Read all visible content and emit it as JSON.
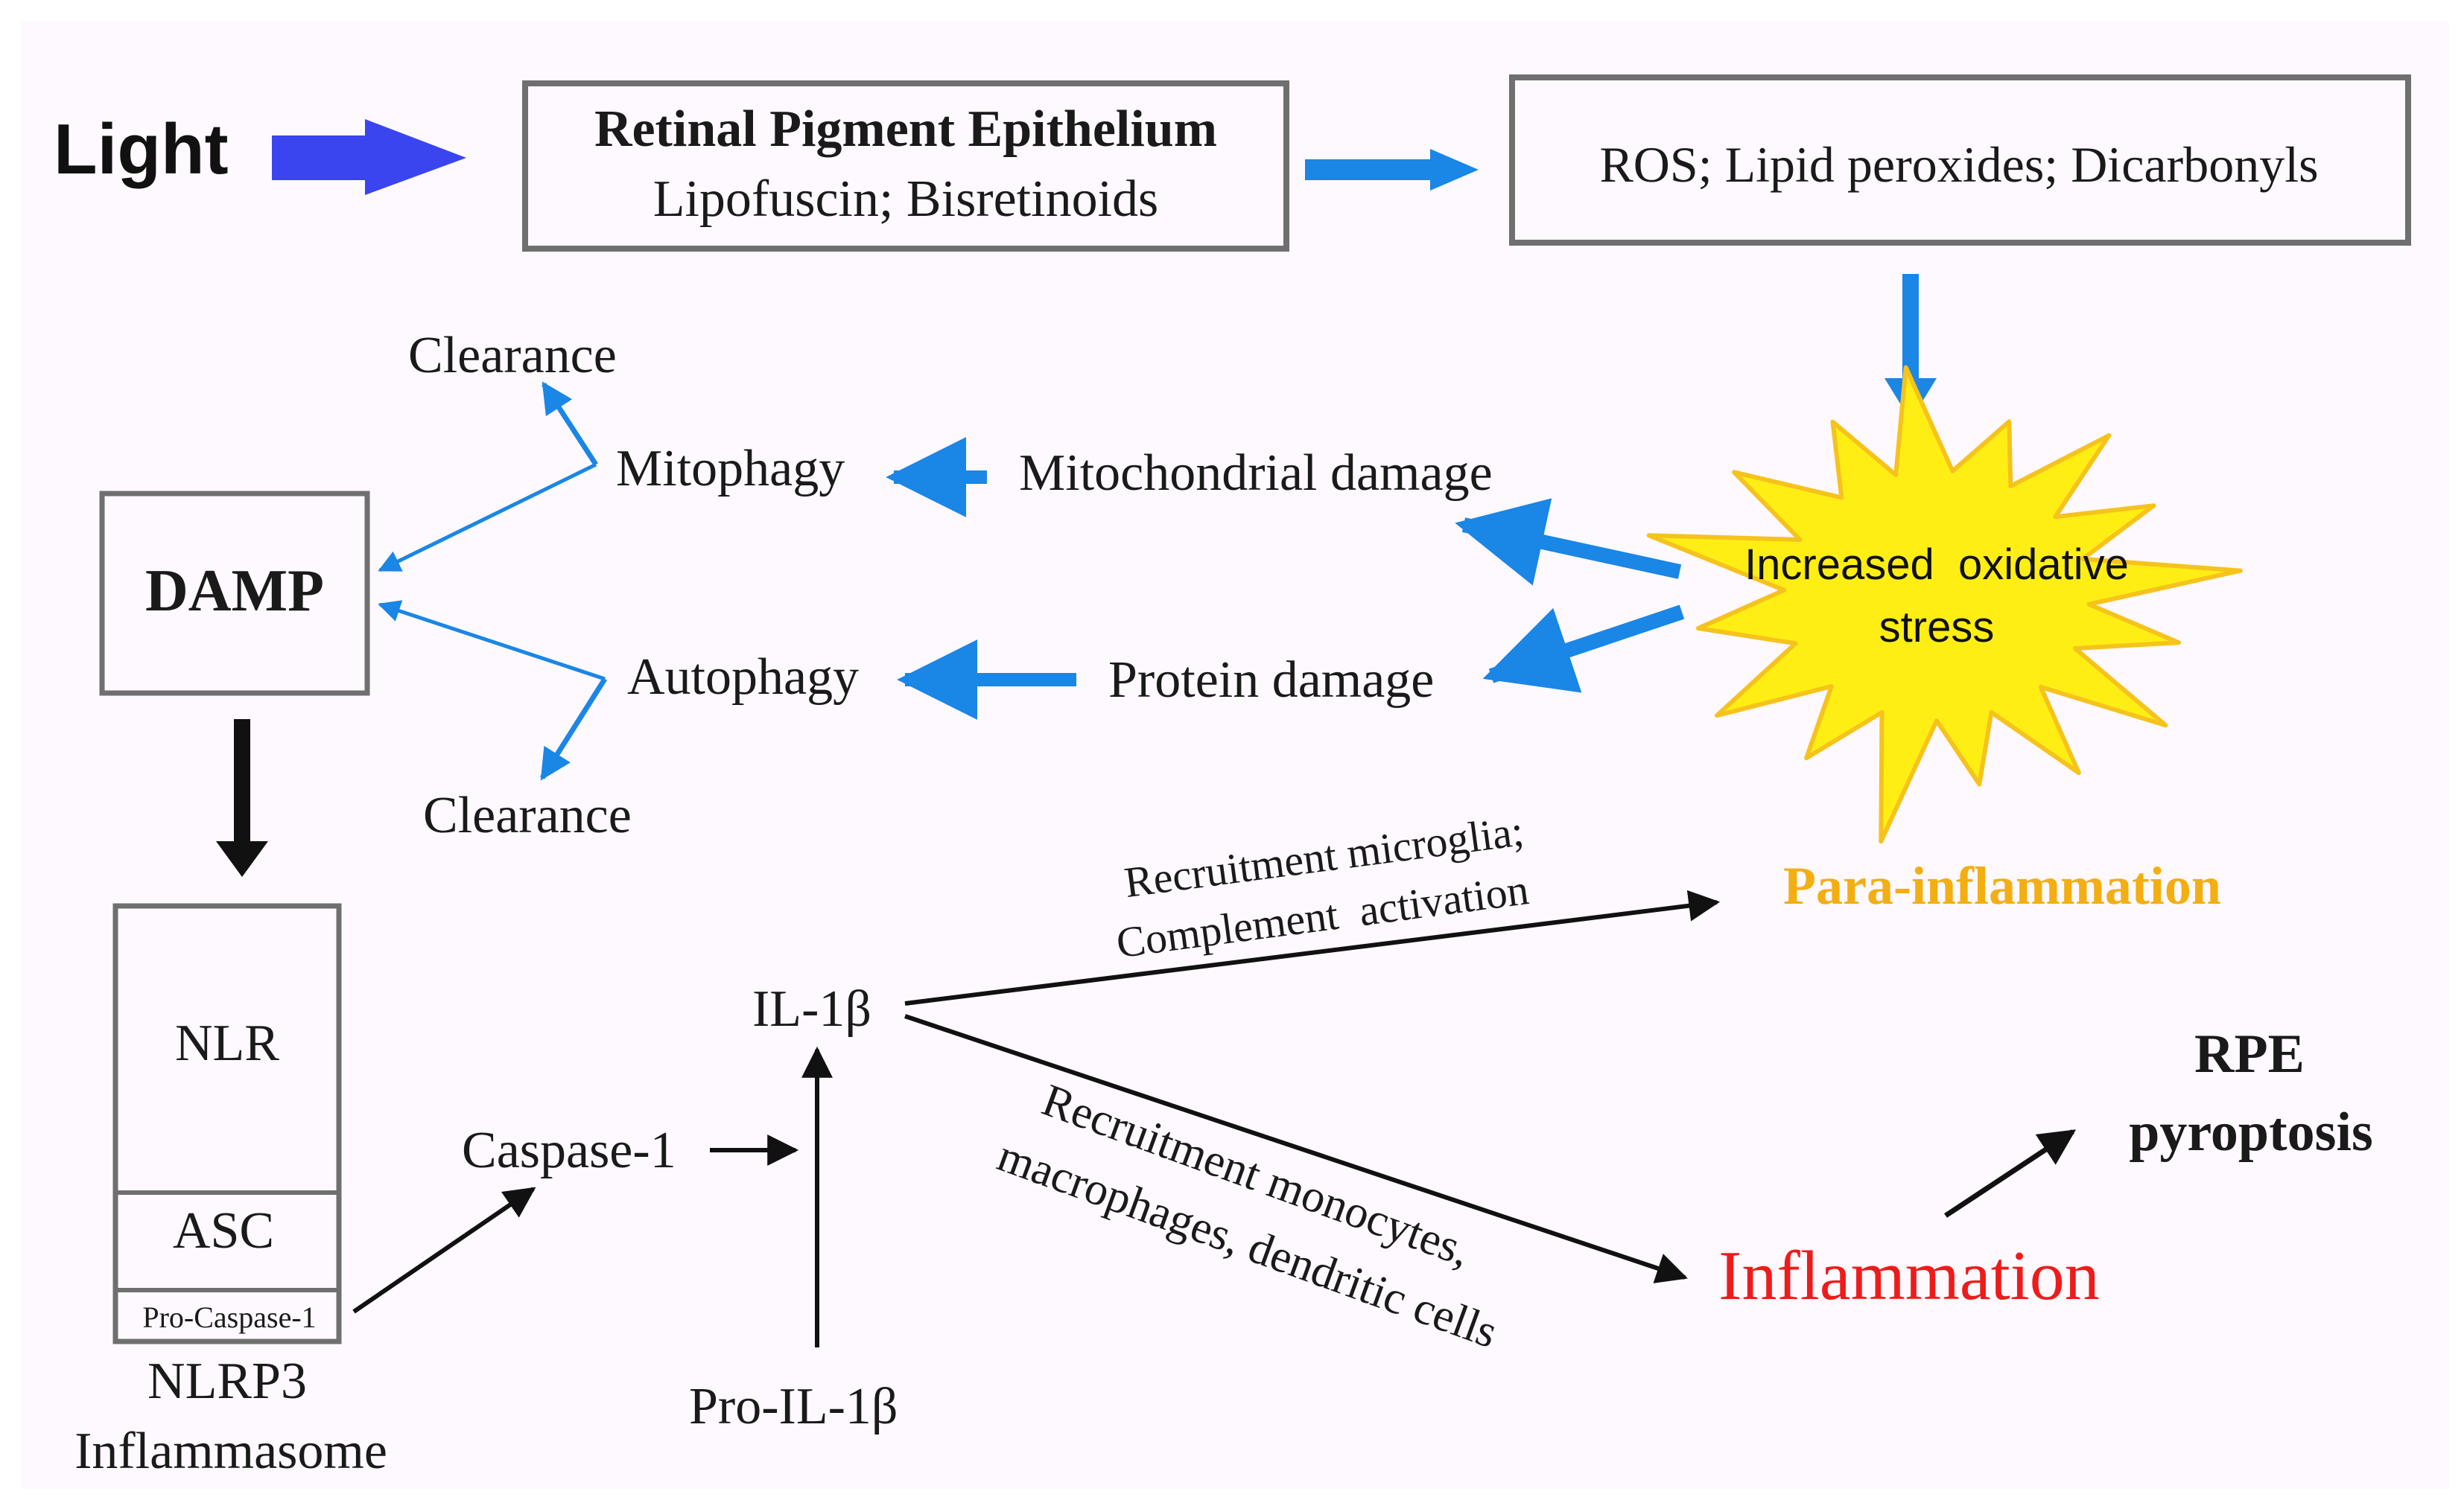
{
  "colors": {
    "background": "#fdf9fe",
    "box_border": "#6f6f6f",
    "light_arrow": "#3a45f0",
    "blue_arrow": "#1a86e6",
    "black": "#111111",
    "sun_fill": "#ffee14",
    "sun_stroke": "#f5c31c",
    "para_inflammation": "#f3ae12",
    "inflammation": "#ee1b1b"
  },
  "light": {
    "label": "Light"
  },
  "rpe_box": {
    "title": "Retinal Pigment Epithelium",
    "subtitle": "Lipofuscin; Bisretinoids"
  },
  "ros_box": {
    "label": "ROS; Lipid peroxides; Dicarbonyls"
  },
  "stress": {
    "line1": "Increased  oxidative",
    "line2": "stress",
    "icon": "sun-burst-icon"
  },
  "damage": {
    "mitochondrial": "Mitochondrial damage",
    "protein": "Protein damage"
  },
  "pathways": {
    "mitophagy": "Mitophagy",
    "autophagy": "Autophagy",
    "clearance_top": "Clearance",
    "clearance_bottom": "Clearance"
  },
  "damp": {
    "label": "DAMP"
  },
  "inflammasome": {
    "nlr": "NLR",
    "asc": "ASC",
    "pro_caspase": "Pro-Caspase-1",
    "name_line1": "NLRP3",
    "name_line2": "Inflammasome"
  },
  "cascade": {
    "caspase": "Caspase-1",
    "il1b": "IL-1β",
    "pro_il1b": "Pro-IL-1β"
  },
  "upper_path": {
    "line1": "Recruitment microglia;",
    "line2": "Complement  activation"
  },
  "lower_path": {
    "line1": "Recruitment monocytes,",
    "line2": "macrophages, dendritic cells"
  },
  "outcomes": {
    "para_inflammation": "Para-inflammation",
    "inflammation": "Inflammation",
    "rpe_line1": "RPE",
    "rpe_line2": "pyroptosis"
  }
}
